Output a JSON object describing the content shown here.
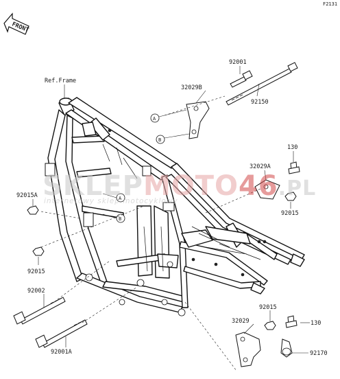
{
  "diagram_code": "F2131",
  "front_label": "FRONT",
  "ref_frame_label": "Ref.Frame",
  "callout_a": "A",
  "callout_b": "B",
  "watermark": {
    "brand_left": "SKLEP",
    "brand_middle": "MOTO",
    "brand_number": "46",
    "brand_suffix": ".PL",
    "tagline": "internetowy sklep motocyklowy"
  },
  "parts": {
    "p92001": "92001",
    "p32029b": "32029B",
    "p92150": "92150",
    "p130_top": "130",
    "p32029a": "32029A",
    "p92015_right": "92015",
    "p92015a": "92015A",
    "p92015_left": "92015",
    "p92002": "92002",
    "p92001a": "92001A",
    "p92015_bottom": "92015",
    "p32029": "32029",
    "p130_bottom": "130",
    "p92170": "92170"
  }
}
